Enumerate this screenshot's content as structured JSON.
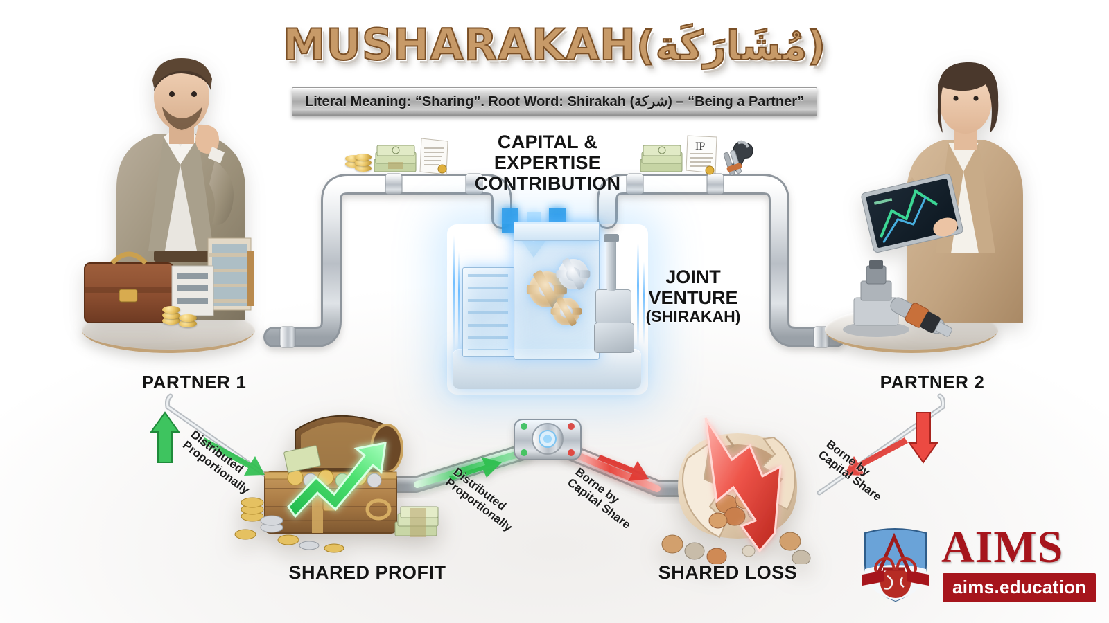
{
  "title": {
    "main": "MUSHARAKAH",
    "arabic": "(مُشَارَكَة)",
    "subtitle": "Literal Meaning: “Sharing”. Root Word: Shirakah (شركة) – “Being a Partner”"
  },
  "labels": {
    "contribution": "CAPITAL & EXPERTISE CONTRIBUTION",
    "contribution_line1": "CAPITAL & EXPERTISE",
    "contribution_line2": "CONTRIBUTION",
    "joint_venture_line1": "JOINT",
    "joint_venture_line2": "VENTURE",
    "joint_venture_sub": "(SHIRAKAH)",
    "partner1": "PARTNER 1",
    "partner2": "PARTNER 2",
    "shared_profit": "SHARED PROFIT",
    "shared_loss": "SHARED LOSS"
  },
  "flow_captions": {
    "profit_to_partner1_line1": "Distributed",
    "profit_to_partner1_line2": "Proportionally",
    "profit_from_hub_line1": "Distributed",
    "profit_from_hub_line2": "Proportionally",
    "loss_from_hub_line1": "Borne by",
    "loss_from_hub_line2": "Capital Share",
    "loss_to_partner2_line1": "Borne by",
    "loss_to_partner2_line2": "Capital Share"
  },
  "icons": {
    "ip_document": "IP",
    "coins": "coins-icon",
    "cash_stack": "cash-stack-icon",
    "certificate": "certificate-icon",
    "tools": "tools-icon",
    "briefcase": "briefcase-icon",
    "buildings": "buildings-icon",
    "tablet": "tablet-icon",
    "machinery": "machinery-icon",
    "treasure_chest": "treasure-chest-icon",
    "up_arrow": "green-up-arrow-icon",
    "down_arrow": "red-down-arrow-icon",
    "piggy_bank": "cracked-piggy-bank-icon",
    "valve_hub": "valve-junction-icon"
  },
  "logo": {
    "name": "AIMS",
    "url": "aims.education",
    "monogram": "A"
  },
  "colors": {
    "title_fill": "#c79a68",
    "title_stroke": "#7a4f26",
    "profit_green": "#2fbf4f",
    "loss_red": "#e03a33",
    "energy_blue": "#3aa8f5",
    "brand_red": "#a6151c",
    "metal_silver": "#c8ccd0",
    "background": "#ffffff"
  }
}
